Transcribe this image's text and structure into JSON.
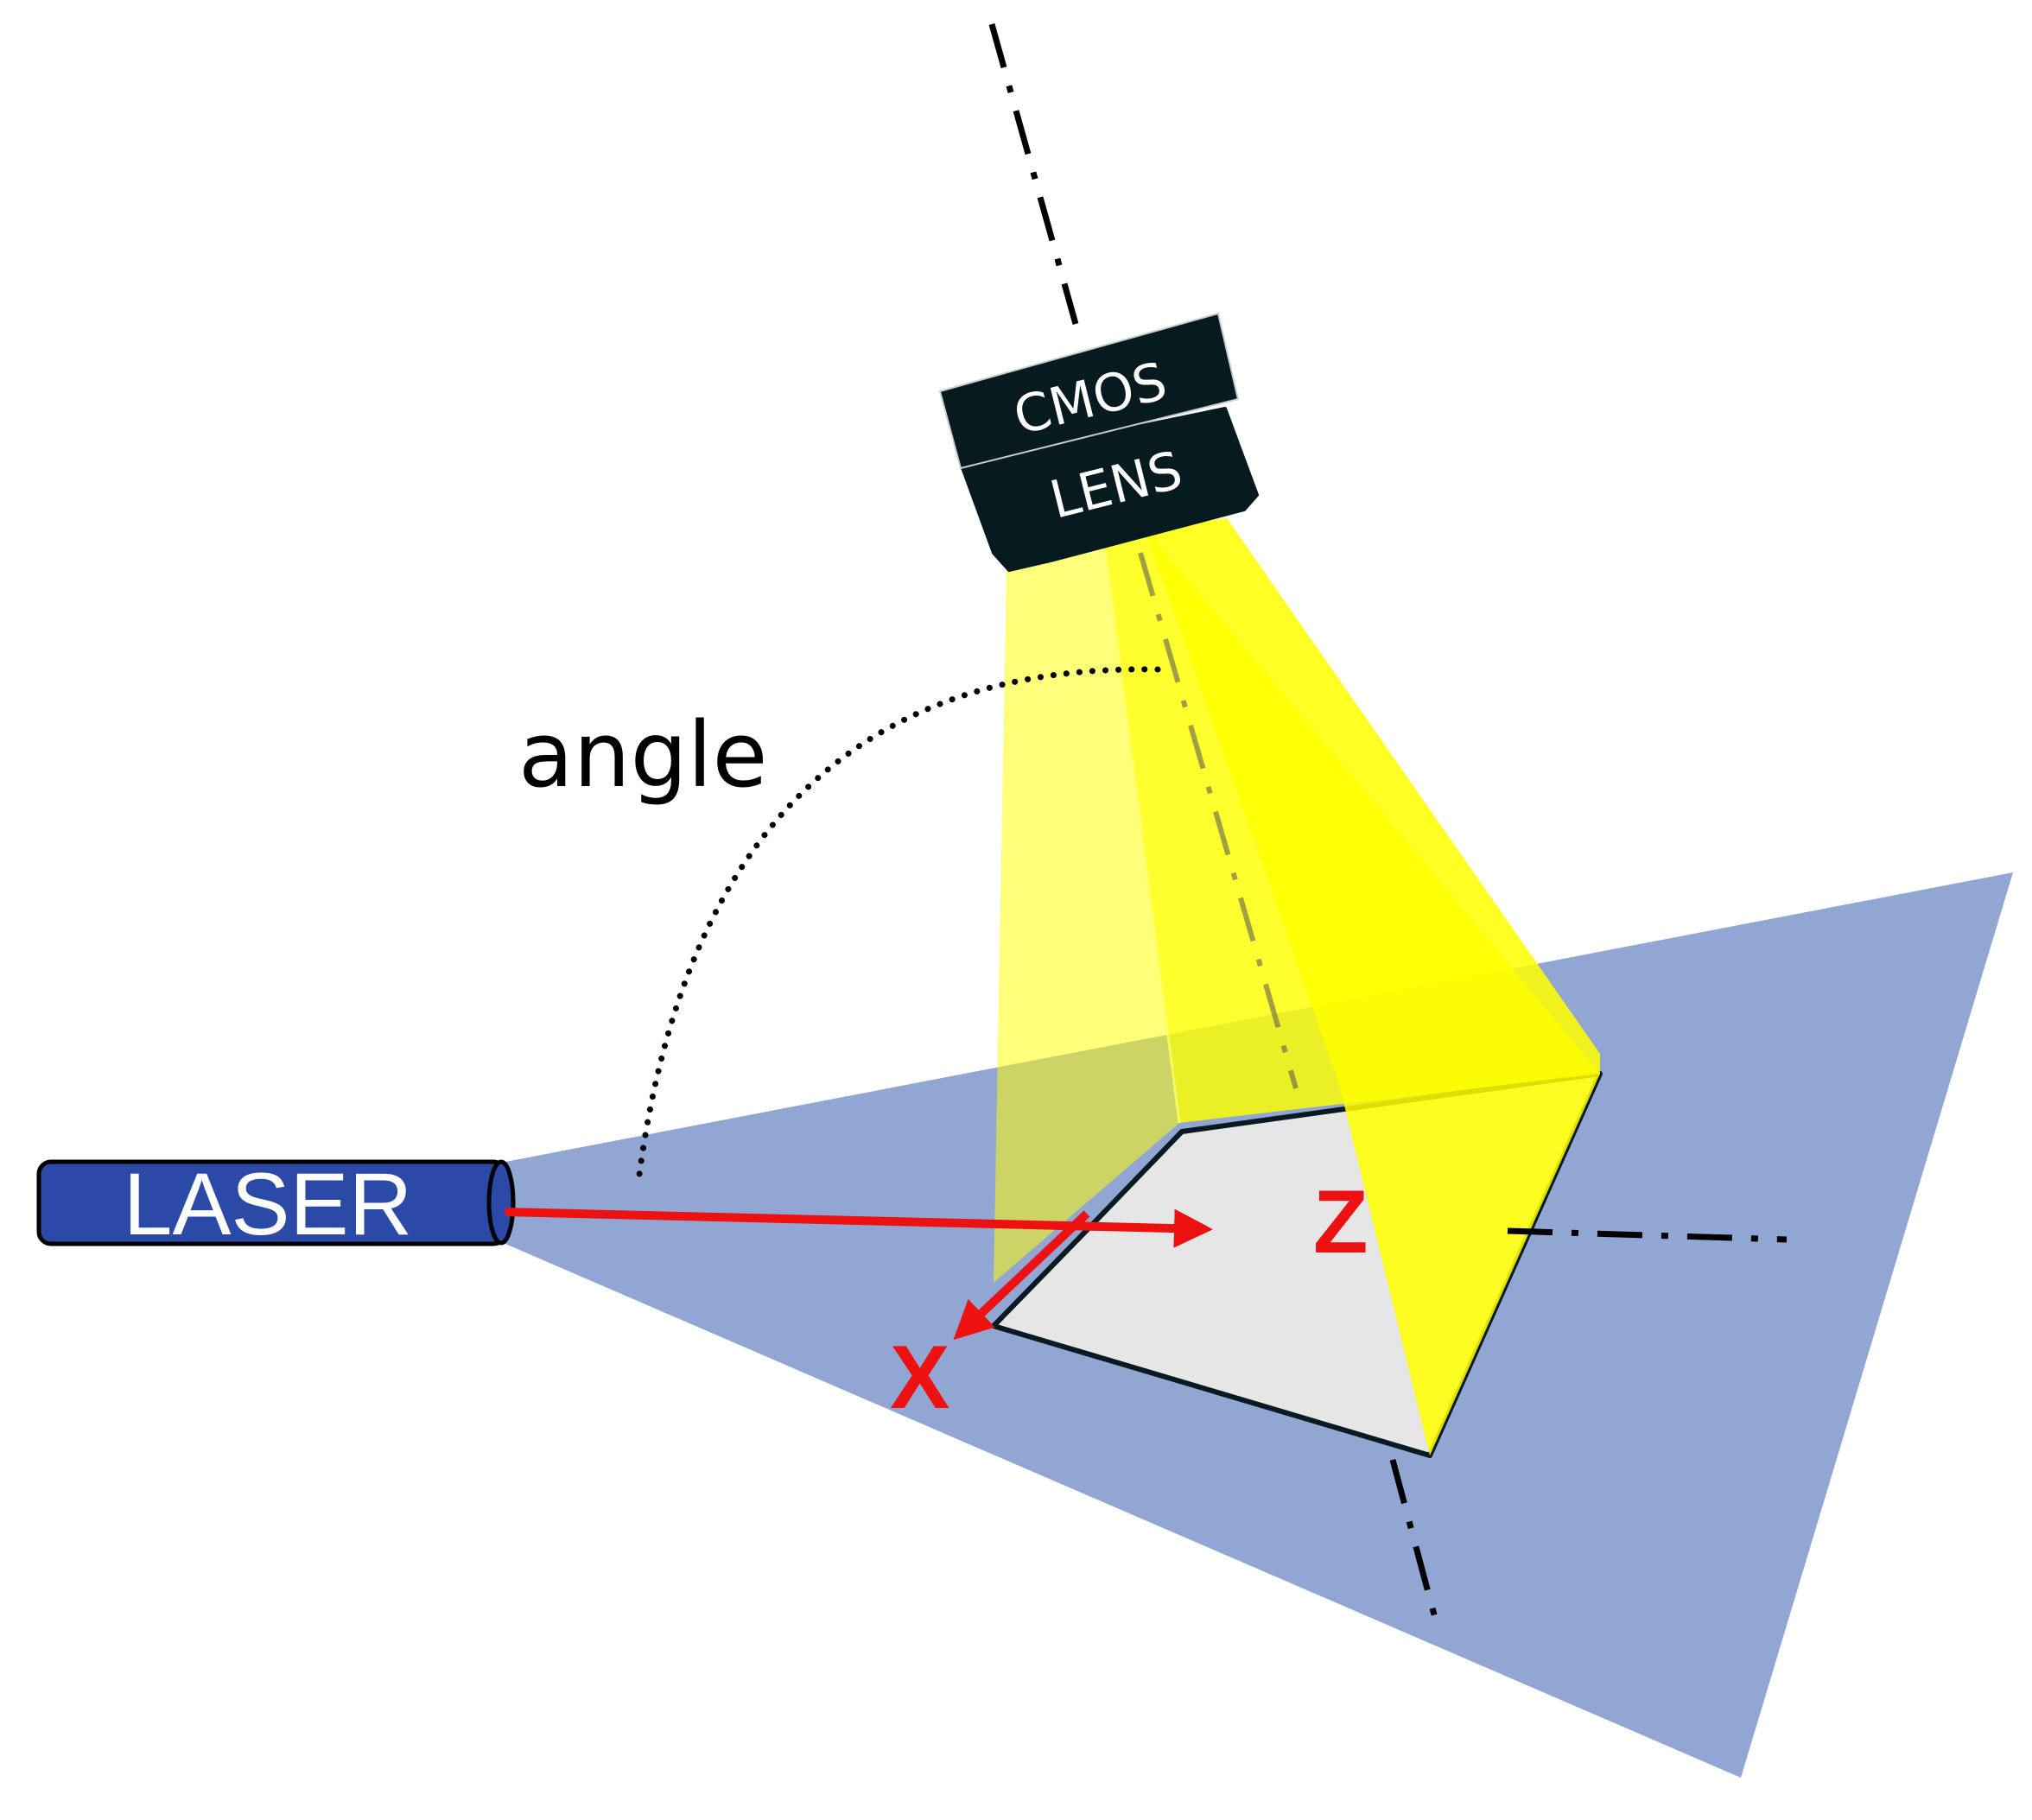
{
  "labels": {
    "angle": "angle",
    "cmos": "CMOS",
    "lens": "LENS",
    "laser": "LASER",
    "z_axis": "Z",
    "x_axis": "X"
  },
  "colors": {
    "laser_plane": "#92a6d3",
    "field_of_view": "#ffff00",
    "sample_face": "#e6e6e6",
    "camera_body": "#061a1f",
    "laser_body": "#2b4aa8",
    "axis_arrows": "#ee1111"
  },
  "icons": {
    "camera": "camera-icon",
    "laser": "laser-emitter-icon"
  }
}
